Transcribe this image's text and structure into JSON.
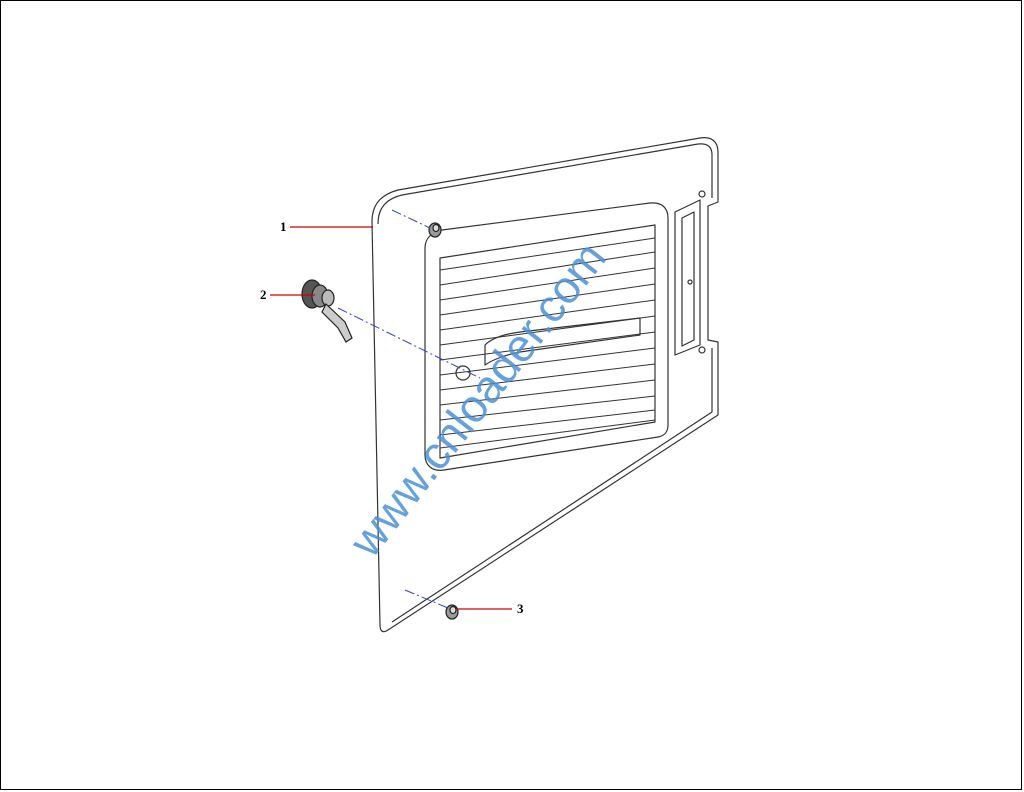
{
  "callouts": [
    {
      "number": "1",
      "part": "door-panel"
    },
    {
      "number": "2",
      "part": "lock-latch"
    },
    {
      "number": "3",
      "part": "bushing"
    }
  ],
  "watermark": "www.cnloader.com",
  "colors": {
    "line": "#333333",
    "leader": "#cc0000",
    "centerline": "#3344cc",
    "watermark": "#4a90d9"
  }
}
